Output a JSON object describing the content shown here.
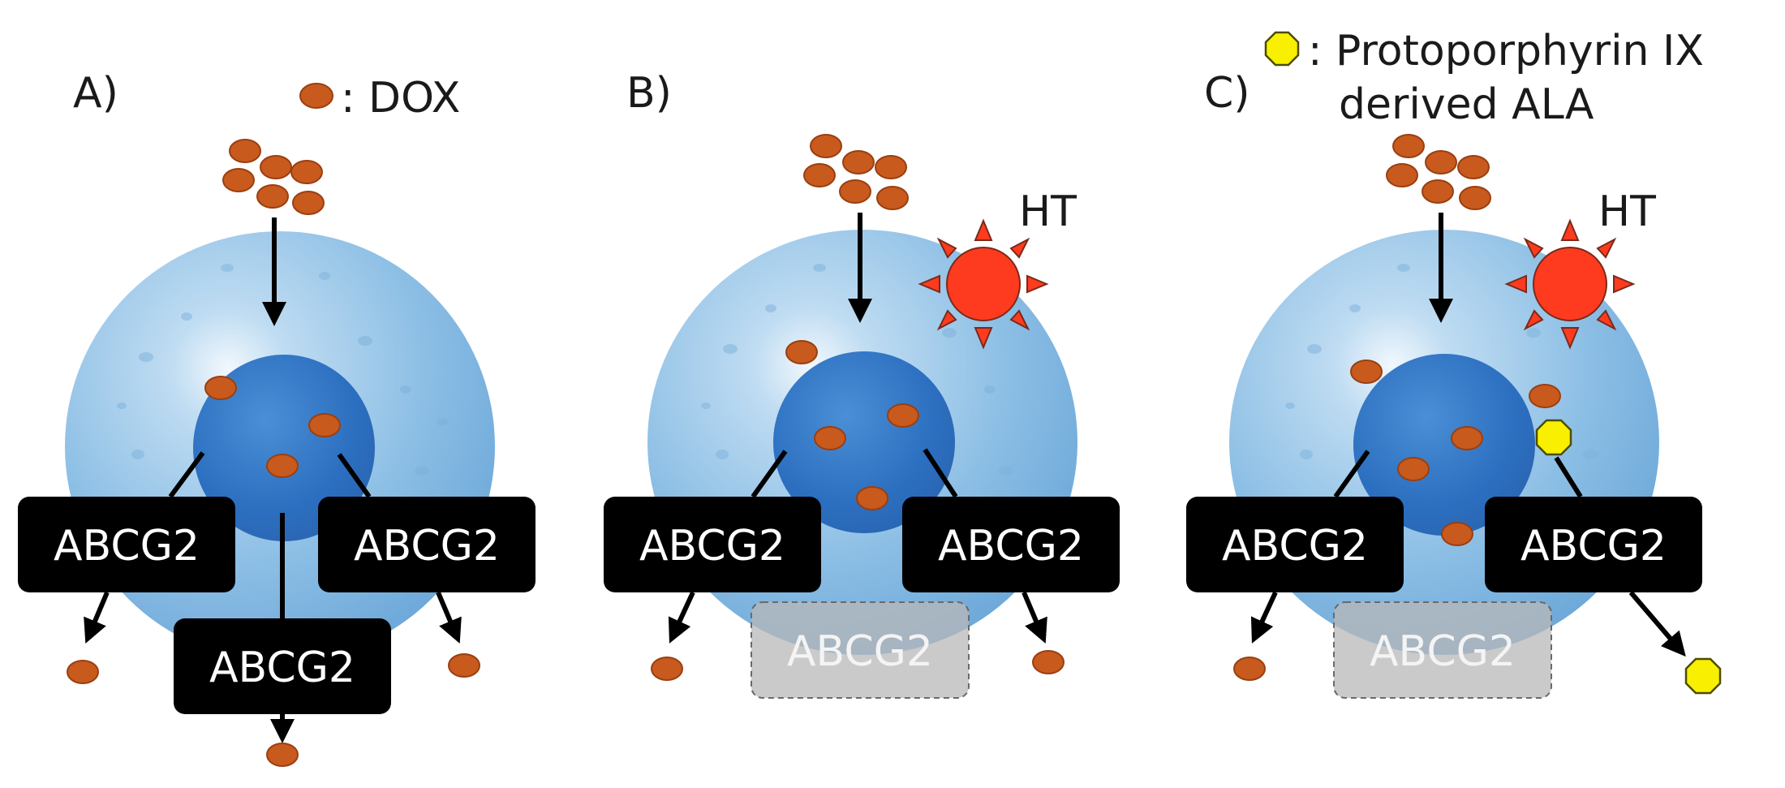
{
  "panels": [
    {
      "label": "A)",
      "transporters": [
        "ABCG2",
        "ABCG2",
        "ABCG2"
      ]
    },
    {
      "label": "B)",
      "stimulus_label": "HT",
      "transporters": [
        "ABCG2",
        "ABCG2"
      ],
      "inactive_transporter": "ABCG2"
    },
    {
      "label": "C)",
      "stimulus_label": "HT",
      "transporters": [
        "ABCG2",
        "ABCG2"
      ],
      "inactive_transporter": "ABCG2"
    }
  ],
  "legend": {
    "dox": ": DOX",
    "ppix_line1": ": Protoporphyrin IX",
    "ppix_line2": "derived ALA"
  },
  "colors": {
    "dox": "#c85a1e",
    "dox_stroke": "#9a3f10",
    "cell": "#8fc1e6",
    "nucleus": "#2f73c2",
    "transporter": "#000000",
    "transporter_inactive": "#b8b8b8",
    "heat_sun": "#ff3b1f",
    "ppix": "#f8f000"
  }
}
